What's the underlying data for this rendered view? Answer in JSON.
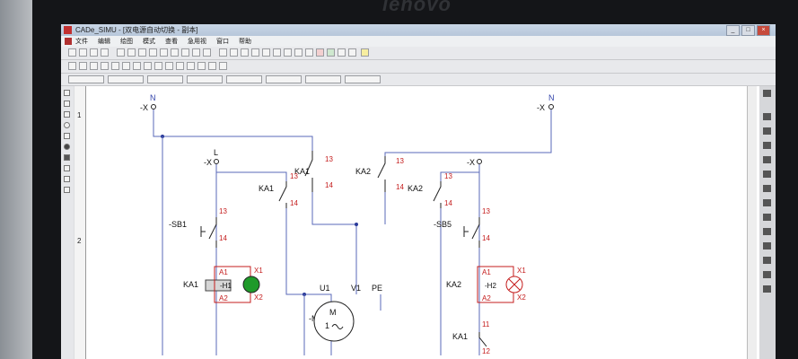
{
  "monitor": {
    "brand": "lenovo"
  },
  "window": {
    "title": "CADe_SIMU - [双电源自动切换 - 副本]",
    "buttons": [
      "_",
      "□",
      "×"
    ]
  },
  "menu": {
    "items": [
      "文件",
      "编辑",
      "绘图",
      "模式",
      "查看",
      "急用视",
      "窗口",
      "帮助"
    ]
  },
  "ruler": {
    "marks": [
      "1",
      "2"
    ]
  },
  "terminals": [
    {
      "id": "X-N-left",
      "label": "-X",
      "pole": "N"
    },
    {
      "id": "X-L-left",
      "label": "-X",
      "pole": "L"
    },
    {
      "id": "X-N-right",
      "label": "-X",
      "pole": "N"
    },
    {
      "id": "X-right2",
      "label": "-X",
      "pole": ""
    }
  ],
  "contacts": {
    "ka1_top": {
      "name": "KA1",
      "pin_a": "13",
      "pin_b": "14"
    },
    "ka2_top": {
      "name": "KA2",
      "pin_a": "13",
      "pin_b": "14"
    },
    "ka1_mid": {
      "name": "KA1",
      "pin_a": "13",
      "pin_b": "14"
    },
    "ka2_mid": {
      "name": "KA2",
      "pin_a": "13",
      "pin_b": "14"
    },
    "sb1": {
      "name": "-SB1",
      "pin_a": "13",
      "pin_b": "14"
    },
    "sb5": {
      "name": "-SB5",
      "pin_a": "13",
      "pin_b": "14"
    },
    "ka1_nc": {
      "name": "KA1",
      "pin_a": "11",
      "pin_b": "12"
    }
  },
  "coils": {
    "ka1": {
      "name": "KA1",
      "a1": "A1",
      "a2": "A2"
    },
    "ka2": {
      "name": "KA2",
      "a1": "A1",
      "a2": "A2"
    }
  },
  "lamps": {
    "h1": {
      "name": "-H1",
      "x1": "X1",
      "x2": "X2",
      "color": "#1f9a2a"
    },
    "h2": {
      "name": "-H2",
      "x1": "X1",
      "x2": "X2"
    }
  },
  "motor": {
    "name": "-M",
    "symbol": "M",
    "phase": "1",
    "terminals": [
      "U1",
      "V1",
      "PE"
    ]
  }
}
